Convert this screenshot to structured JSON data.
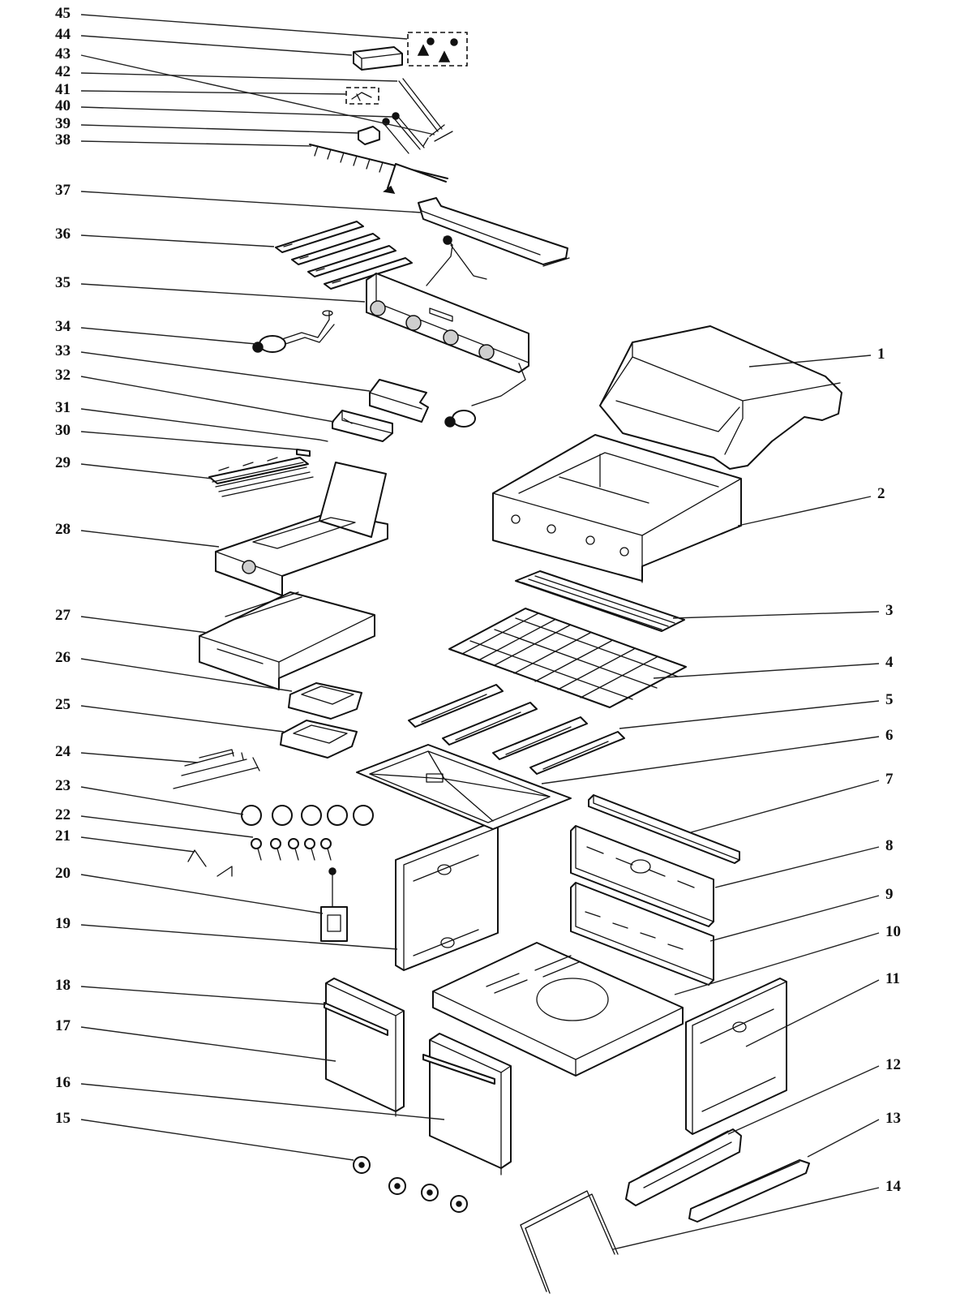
{
  "diagram": {
    "callouts": [
      {
        "id": "1"
      },
      {
        "id": "2"
      },
      {
        "id": "3"
      },
      {
        "id": "4"
      },
      {
        "id": "5"
      },
      {
        "id": "6"
      },
      {
        "id": "7"
      },
      {
        "id": "8"
      },
      {
        "id": "9"
      },
      {
        "id": "10"
      },
      {
        "id": "11"
      },
      {
        "id": "12"
      },
      {
        "id": "13"
      },
      {
        "id": "14"
      },
      {
        "id": "15"
      },
      {
        "id": "16"
      },
      {
        "id": "17"
      },
      {
        "id": "18"
      },
      {
        "id": "19"
      },
      {
        "id": "20"
      },
      {
        "id": "21"
      },
      {
        "id": "22"
      },
      {
        "id": "23"
      },
      {
        "id": "24"
      },
      {
        "id": "25"
      },
      {
        "id": "26"
      },
      {
        "id": "27"
      },
      {
        "id": "28"
      },
      {
        "id": "29"
      },
      {
        "id": "30"
      },
      {
        "id": "31"
      },
      {
        "id": "32"
      },
      {
        "id": "33"
      },
      {
        "id": "34"
      },
      {
        "id": "35"
      },
      {
        "id": "36"
      },
      {
        "id": "37"
      },
      {
        "id": "38"
      },
      {
        "id": "39"
      },
      {
        "id": "40"
      },
      {
        "id": "41"
      },
      {
        "id": "42"
      },
      {
        "id": "43"
      },
      {
        "id": "44"
      },
      {
        "id": "45"
      }
    ]
  }
}
